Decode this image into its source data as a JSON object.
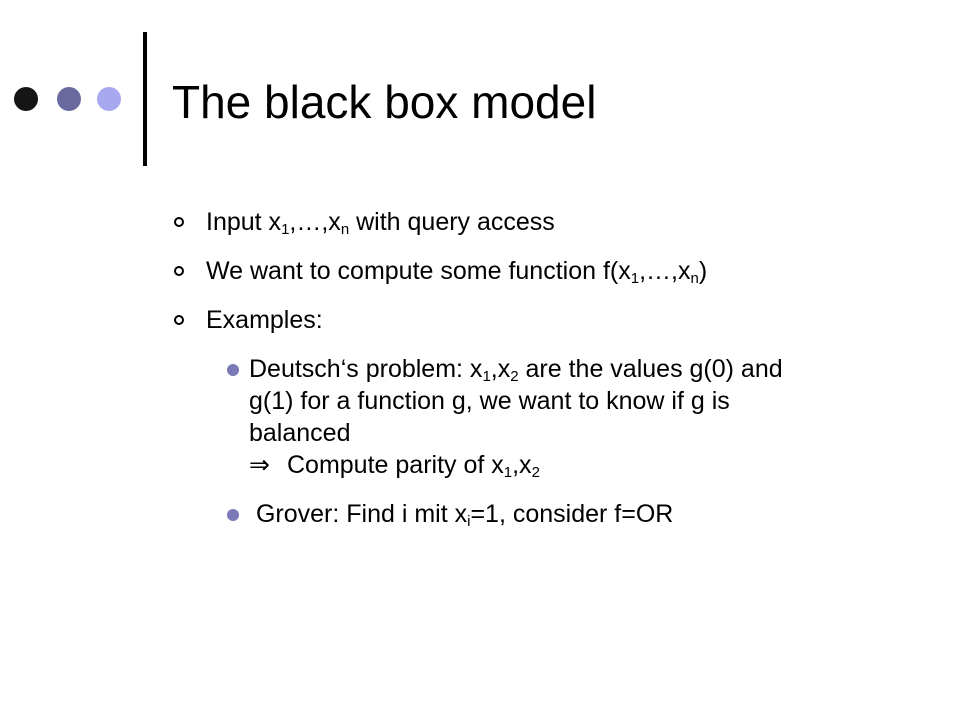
{
  "colors": {
    "dot_dark": "#151515",
    "dot_mid": "#6a6a9e",
    "dot_light": "#a8a8f0",
    "sub_bullet": "#7a7ab8"
  },
  "slide": {
    "title": "The black box model",
    "bullets": [
      {
        "parts": [
          "Input x",
          "1",
          ",…,x",
          "n",
          " with query access"
        ]
      },
      {
        "parts": [
          "We want to compute some function f(x",
          "1",
          ",…,x",
          "n",
          ")"
        ]
      },
      {
        "parts": [
          "Examples:"
        ]
      }
    ],
    "sub_bullets": [
      {
        "line1_parts": [
          "Deutsch‘s problem: x",
          "1",
          ",x",
          "2",
          " are the values g(0) and"
        ],
        "line2": "g(1) for a function g, we want to know if g is",
        "line3": "balanced",
        "implies_symbol": "⇒",
        "line4_parts": [
          "Compute parity of x",
          "1",
          ",x",
          "2"
        ]
      },
      {
        "parts": [
          " Grover: Find i mit x",
          "i",
          "=1, consider f=OR"
        ]
      }
    ]
  }
}
